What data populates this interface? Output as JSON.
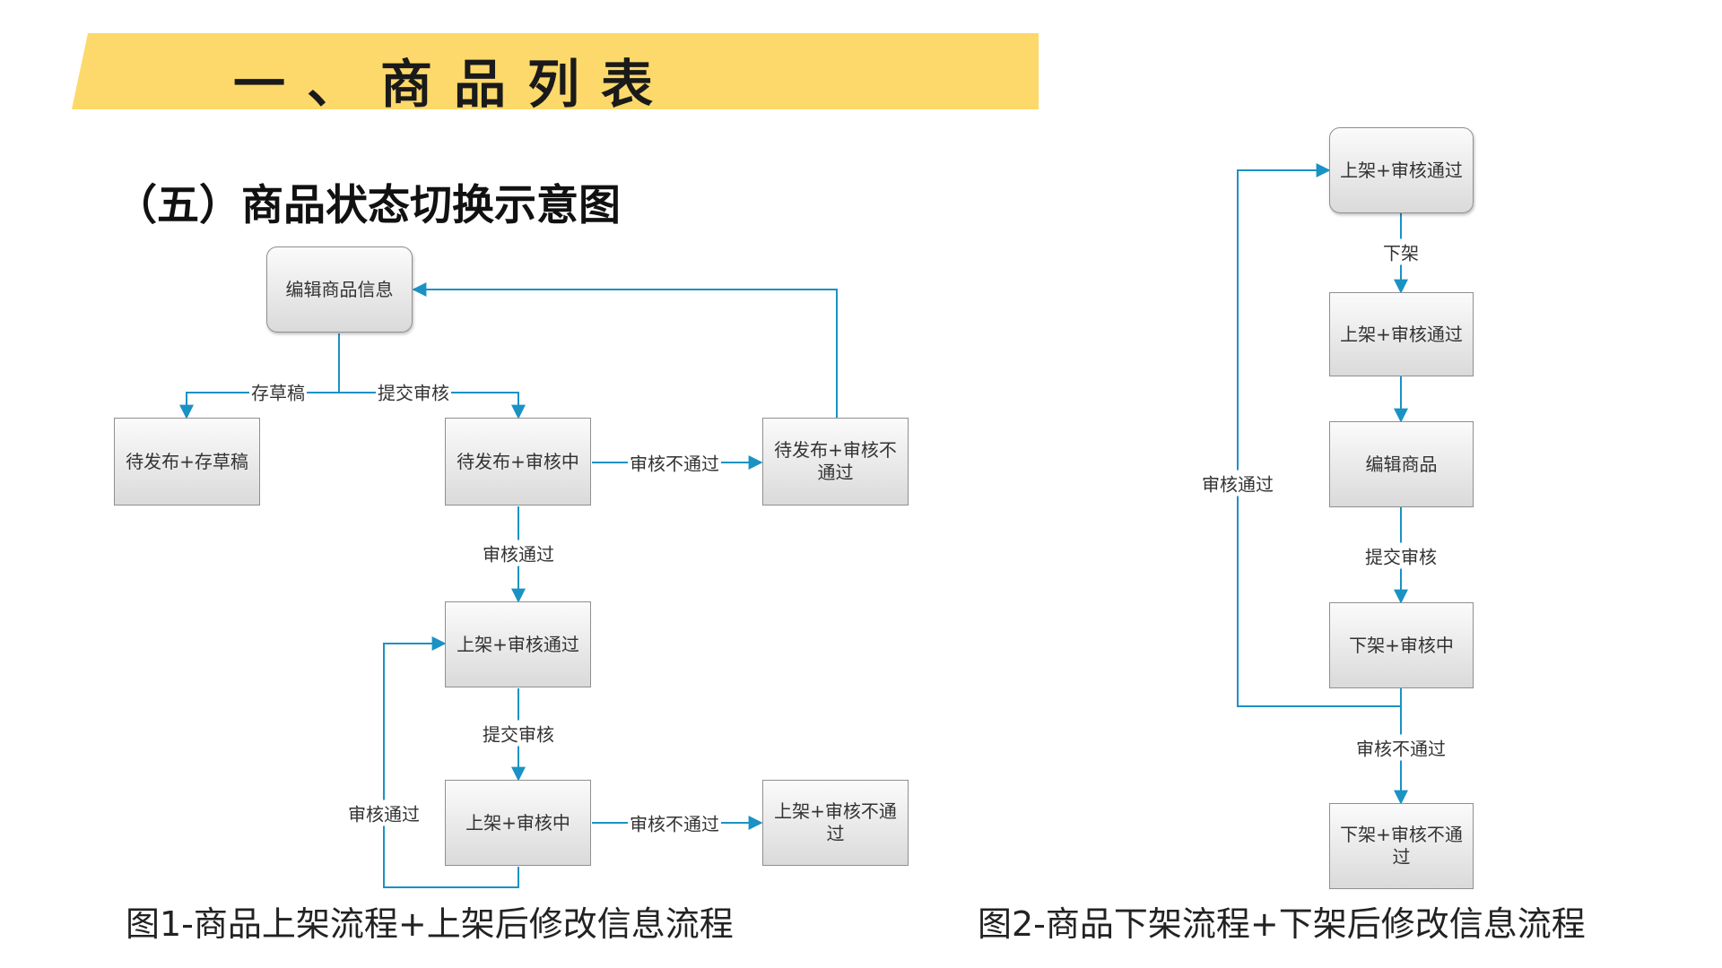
{
  "header": {
    "title": "一、商品列表",
    "banner_color": "#fcd96a"
  },
  "section": {
    "title": "（五）商品状态切换示意图"
  },
  "edge_color": "#1a92c4",
  "figure1": {
    "caption": "图1-商品上架流程+上架后修改信息流程",
    "nodes": {
      "edit": "编辑商品信息",
      "draft": "待发布+存草稿",
      "pending_review": "待发布+审核中",
      "pending_reject": "待发布+审核不通过",
      "listed_approved": "上架+审核通过",
      "listed_review": "上架+审核中",
      "listed_reject": "上架+审核不通过"
    },
    "edges": {
      "save_draft": "存草稿",
      "submit": "提交审核",
      "reject1": "审核不通过",
      "approve1": "审核通过",
      "submit2": "提交审核",
      "reject2": "审核不通过",
      "approve2": "审核通过"
    }
  },
  "figure2": {
    "caption": "图2-商品下架流程+下架后修改信息流程",
    "nodes": {
      "listed_top": "上架+审核通过",
      "listed_mid": "上架+审核通过",
      "edit_goods": "编辑商品",
      "delist_review": "下架+审核中",
      "delist_reject": "下架+审核不通过"
    },
    "edges": {
      "delist": "下架",
      "submit": "提交审核",
      "approve": "审核通过",
      "reject": "审核不通过"
    }
  }
}
